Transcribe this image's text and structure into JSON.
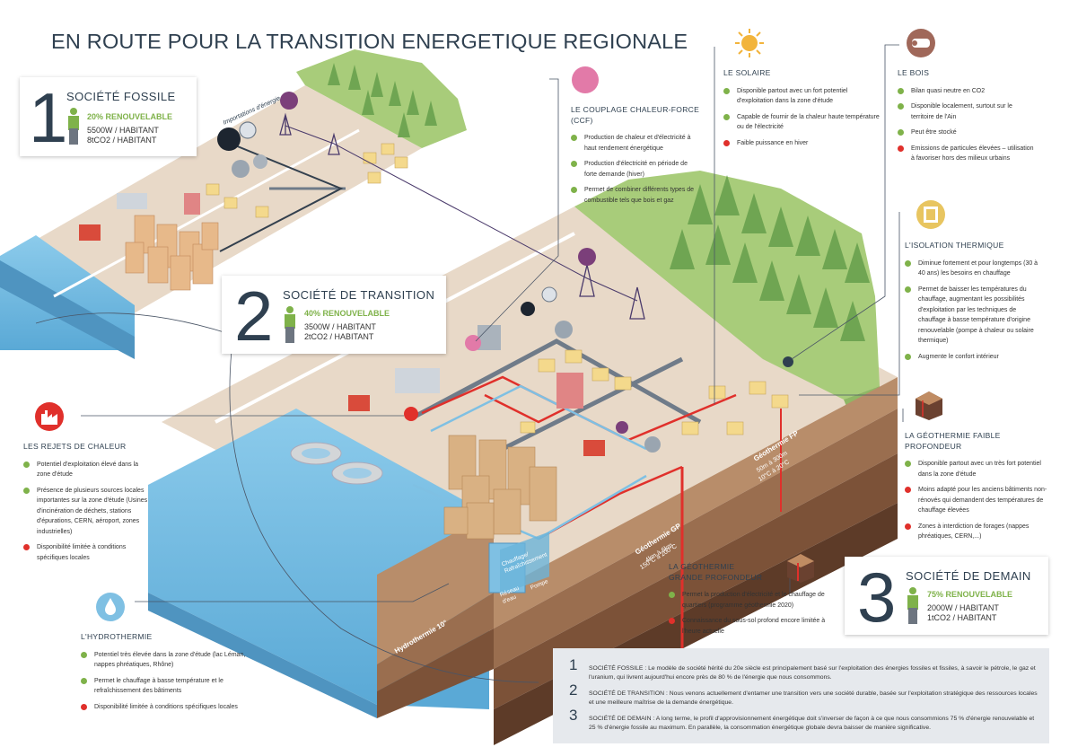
{
  "title": "EN ROUTE POUR LA TRANSITION ENERGETIQUE REGIONALE",
  "societies": [
    {
      "num": "1",
      "name": "SOCIÉTÉ FOSSILE",
      "renew": "20% RENOUVELABLE",
      "power": "5500W / HABITANT",
      "co2": "8tCO2 / HABITANT"
    },
    {
      "num": "2",
      "name": "SOCIÉTÉ DE TRANSITION",
      "renew": "40% RENOUVELABLE",
      "power": "3500W / HABITANT",
      "co2": "2tCO2 / HABITANT"
    },
    {
      "num": "3",
      "name": "SOCIÉTÉ DE DEMAIN",
      "renew": "75% RENOUVELABLE",
      "power": "2000W / HABITANT",
      "co2": "1tCO2 / HABITANT"
    }
  ],
  "sections": {
    "ccf": {
      "title": "LE COUPLAGE CHALEUR-FORCE (CCF)",
      "items": [
        {
          "text": "Production de chaleur et d'électricité à haut rendement énergétique",
          "neg": false
        },
        {
          "text": "Production d'électricité en période de forte demande (hiver)",
          "neg": false
        },
        {
          "text": "Permet de combiner différents types de combustible tels que bois et gaz",
          "neg": false
        }
      ]
    },
    "solaire": {
      "title": "LE SOLAIRE",
      "items": [
        {
          "text": "Disponible partout avec un fort potentiel d'exploitation dans la zone d'étude",
          "neg": false
        },
        {
          "text": "Capable de fournir de la chaleur haute température ou de l'électricité",
          "neg": false
        },
        {
          "text": "Faible puissance en hiver",
          "neg": true
        }
      ]
    },
    "bois": {
      "title": "LE BOIS",
      "items": [
        {
          "text": "Bilan quasi neutre en CO2",
          "neg": false
        },
        {
          "text": "Disponible localement, surtout sur le territoire de l'Ain",
          "neg": false
        },
        {
          "text": "Peut être stocké",
          "neg": false
        },
        {
          "text": "Emissions de particules élevées – utilisation à favoriser hors des milieux urbains",
          "neg": true
        }
      ]
    },
    "isolation": {
      "title": "L'ISOLATION THERMIQUE",
      "items": [
        {
          "text": "Diminue fortement et pour longtemps (30 à 40 ans) les besoins en chauffage",
          "neg": false
        },
        {
          "text": "Permet de baisser les températures du chauffage, augmentant les possibilités d'exploitation par les techniques de chauffage à basse température d'origine renouvelable (pompe à chaleur ou solaire thermique)",
          "neg": false
        },
        {
          "text": "Augmente le confort intérieur",
          "neg": false
        }
      ]
    },
    "geofp": {
      "title": "LA GÉOTHERMIE FAIBLE PROFONDEUR",
      "items": [
        {
          "text": "Disponible partout avec un très fort potentiel dans la zone d'étude",
          "neg": false
        },
        {
          "text": "Moins adapté pour les anciens bâtiments non-rénovés qui demandent des températures de chauffage élevées",
          "neg": true
        },
        {
          "text": "Zones à interdiction de forages (nappes phréatiques, CERN,...)",
          "neg": true
        }
      ]
    },
    "rejets": {
      "title": "LES REJETS DE CHALEUR",
      "items": [
        {
          "text": "Potentiel d'exploitation élevé dans la zone d'étude",
          "neg": false
        },
        {
          "text": "Présence de plusieurs sources locales importantes sur la zone d'étude (Usines d'incinération de déchets, stations d'épurations, CERN, aéroport, zones industrielles)",
          "neg": false
        },
        {
          "text": "Disponibilité limitée à conditions spécifiques locales",
          "neg": true
        }
      ]
    },
    "geogp": {
      "title": "LA GÉOTHERMIE GRANDE PROFONDEUR",
      "items": [
        {
          "text": "Permet la production d'électricité et le chauffage de quartiers (programme géothermie 2020)",
          "neg": false
        },
        {
          "text": "Connaissance du sous-sol profond encore limitée à l'heure actuelle",
          "neg": true
        }
      ]
    },
    "hydro": {
      "title": "L'HYDROTHERMIE",
      "items": [
        {
          "text": "Potentiel très élevée dans la zone d'étude (lac Léman, nappes phréatiques, Rhône)",
          "neg": false
        },
        {
          "text": "Permet le chauffage à basse température et le refraîchissement des bâtiments",
          "neg": false
        },
        {
          "text": "Disponibilité limitée à conditions spécifiques locales",
          "neg": true
        }
      ]
    }
  },
  "map_labels": {
    "imports": "Importations d'énergie",
    "geo_gp": "Géothermie GP",
    "geo_gp_d": "4km à 6km",
    "geo_gp_t": "150°C à 200°C",
    "geo_fp": "Géothermie FP",
    "geo_fp_d": "50m à 300m",
    "geo_fp_t": "10°C à 20°C",
    "hydro": "Hydrothermie 10°",
    "chauffage": "Chauffage/ Rafraîchissement",
    "reseau": "Réseau d'eau",
    "pompe": "Pompe"
  },
  "legend": [
    {
      "num": "1",
      "text": "SOCIÉTÉ FOSSILE : Le modèle de société hérité du 20e siècle est principalement basé sur l'exploitation des énergies fossiles et fissiles, à savoir le pétrole, le gaz et l'uranium, qui livrent aujourd'hui encore près de 80 % de l'énergie que nous consommons."
    },
    {
      "num": "2",
      "text": "SOCIÉTÉ DE TRANSITION : Nous venons actuellement d'entamer une transition vers une société durable, basée sur l'exploitation stratégique des ressources locales et une meilleure maîtrise de la demande énergétique."
    },
    {
      "num": "3",
      "text": "SOCIÉTÉ DE DEMAIN : A long terme, le profil d'approvisionnement énergétique doit s'inverser de façon à ce que nous consommions 75 % d'énergie renouvelable et 25 % d'énergie fossile au maximum. En parallèle, la consommation énergétique globale devra baisser de manière significative."
    }
  ],
  "colors": {
    "navy": "#2f4050",
    "green": "#7fb24a",
    "red": "#e0302b",
    "water": "#7fc0e3",
    "soil": "#c9a587",
    "pink": "#e27aa8"
  }
}
